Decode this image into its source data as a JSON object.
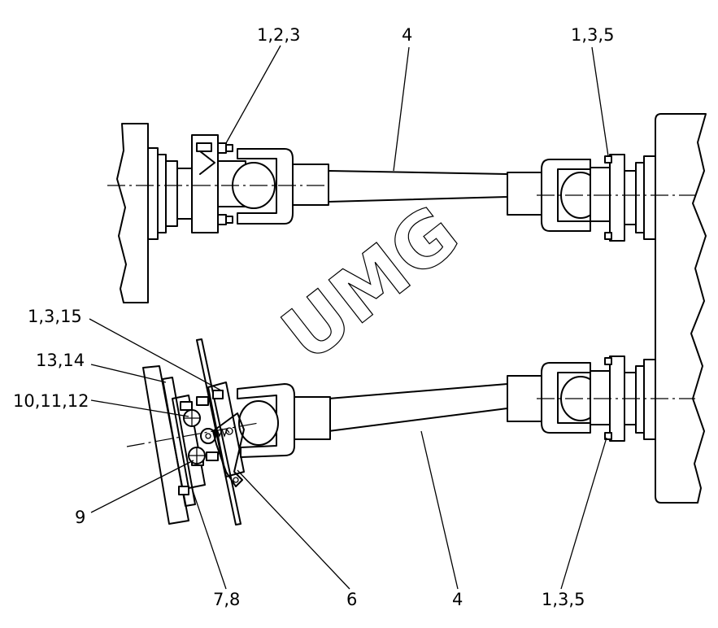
{
  "watermark": "UMG",
  "callouts": {
    "top_left": "1,2,3",
    "top_shaft": "4",
    "top_right": "1,3,5",
    "c_1_3_15": "1,3,15",
    "c_13_14": "13,14",
    "c_10_11_12": "10,11,12",
    "c_9": "9",
    "c_7_8": "7,8",
    "c_6": "6",
    "bottom_shaft": "4",
    "bottom_right": "1,3,5"
  }
}
